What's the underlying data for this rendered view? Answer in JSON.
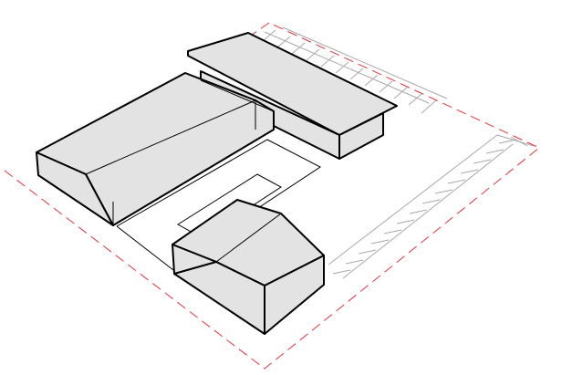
{
  "diagram": {
    "type": "isometric site plan",
    "colors": {
      "boundary": "#e5343a",
      "parking": "#a9a9a9",
      "roof_fill": "#e3e3e3",
      "outline": "#000000"
    },
    "elements": [
      {
        "name": "property-boundary",
        "kind": "dashed-outline"
      },
      {
        "name": "parking-row-north",
        "kind": "parking-stalls"
      },
      {
        "name": "parking-row-east",
        "kind": "parking-stalls"
      },
      {
        "name": "long-barn-building",
        "kind": "gable-roof-building"
      },
      {
        "name": "rear-shed-building",
        "kind": "shed-roof-building"
      },
      {
        "name": "front-building",
        "kind": "hip-roof-building"
      },
      {
        "name": "courtyard-outline",
        "kind": "ground-outline"
      },
      {
        "name": "inner-plot",
        "kind": "ground-outline"
      }
    ]
  }
}
